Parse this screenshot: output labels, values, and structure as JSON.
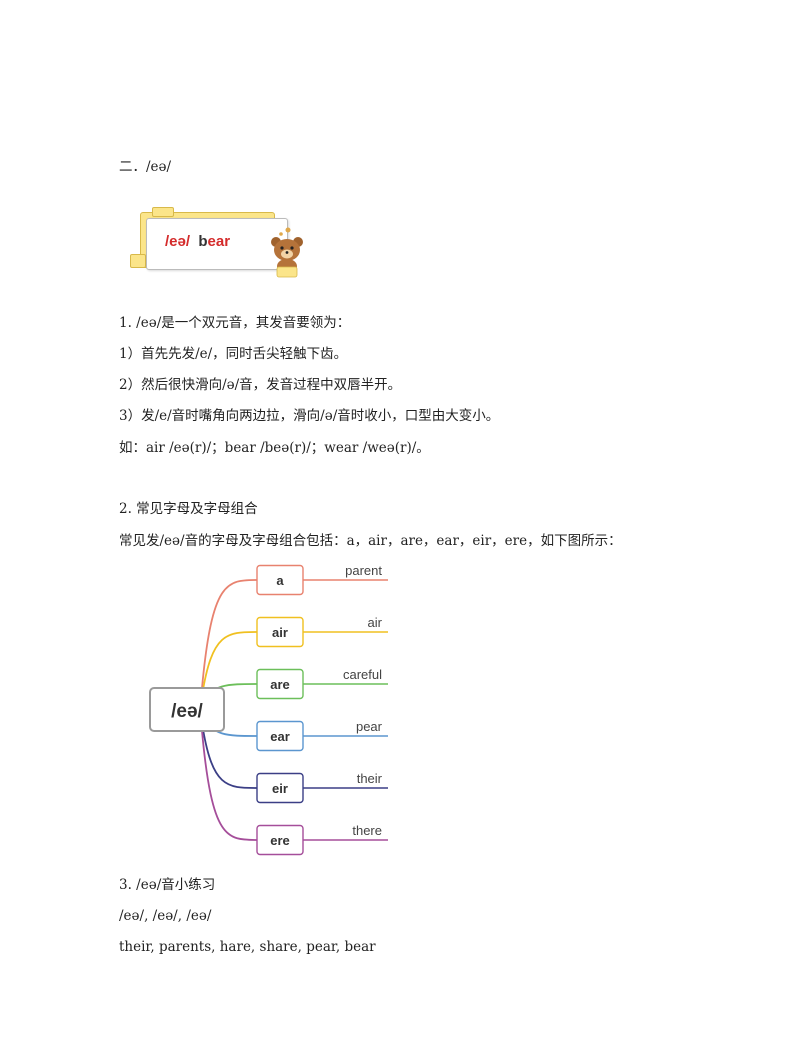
{
  "heading": "二．/eə/",
  "banner": {
    "phoneme": "/eə/",
    "word_first": "b",
    "word_rest": "ear"
  },
  "section1": {
    "title": "1. /eə/是一个双元音，其发音要领为：",
    "steps": [
      "1）首先先发/e/，同时舌尖轻触下齿。",
      "2）然后很快滑向/ə/音，发音过程中双唇半开。",
      "3）发/e/音时嘴角向两边拉，滑向/ə/音时收小，口型由大变小。"
    ],
    "examples": "如：air /eə(r)/；bear /beə(r)/；wear /weə(r)/。"
  },
  "section2": {
    "title": "2. 常见字母及字母组合",
    "intro": "常见发/eə/音的字母及字母组合包括：a，air，are，ear，eir，ere，如下图所示："
  },
  "mindmap": {
    "center": "/eə/",
    "branches": [
      {
        "combo": "a",
        "word": "parent",
        "color": "#e8826f"
      },
      {
        "combo": "air",
        "word": "air",
        "color": "#f0c020"
      },
      {
        "combo": "are",
        "word": "careful",
        "color": "#6cbf5a"
      },
      {
        "combo": "ear",
        "word": "pear",
        "color": "#5b96cf"
      },
      {
        "combo": "eir",
        "word": "their",
        "color": "#3b3f86"
      },
      {
        "combo": "ere",
        "word": "there",
        "color": "#a54e9a"
      }
    ]
  },
  "section3": {
    "title": "3. /eə/音小练习",
    "drill": "/eə/, /eə/, /eə/",
    "words": "their, parents, hare, share, pear, bear"
  }
}
